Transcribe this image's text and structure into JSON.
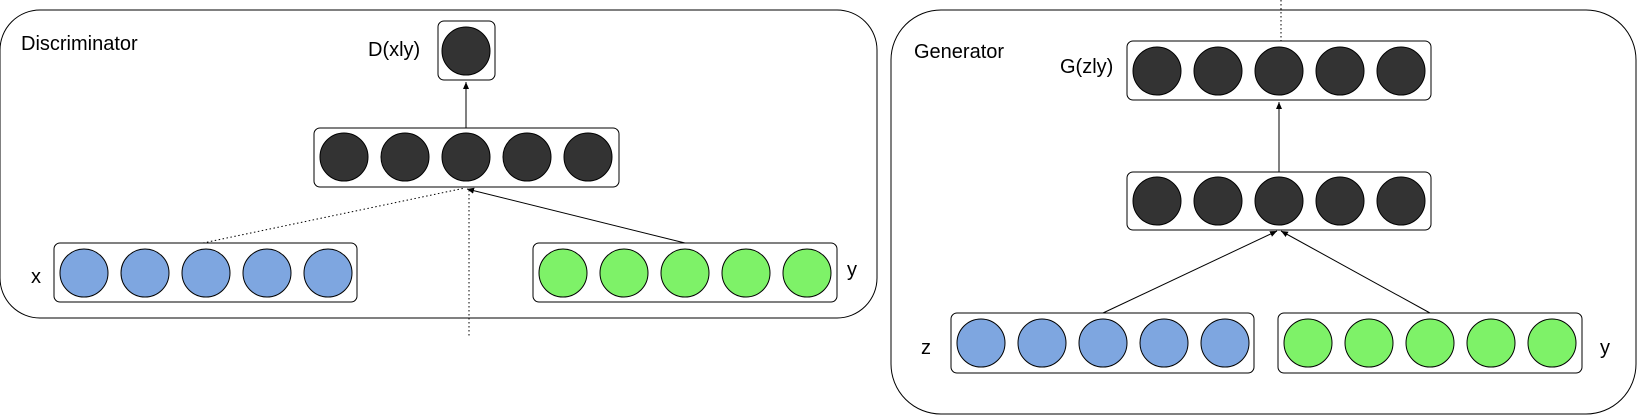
{
  "colors": {
    "hidden_node": "#333333",
    "blue_node": "#7ea6e0",
    "green_node": "#7ef268"
  },
  "discriminator": {
    "title": "Discriminator",
    "output_label": "D(xly)",
    "x_label": "x",
    "y_label": "y"
  },
  "generator": {
    "title": "Generator",
    "output_label": "G(zly)",
    "z_label": "z",
    "y_label": "y"
  }
}
